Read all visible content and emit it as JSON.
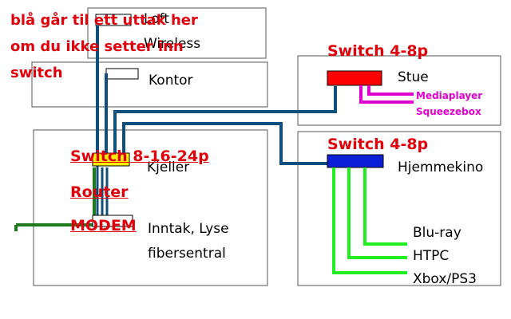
{
  "rooms": {
    "loft": "Loft",
    "wireless": "Wireless",
    "kontor": "Kontor",
    "kjeller": "Kjeller",
    "stue": "Stue",
    "hjemmekino": "Hjemmekino",
    "inntak_line1": "Inntak, Lyse",
    "inntak_line2": "fibersentral"
  },
  "devices": {
    "switch_main": "Switch 8-16-24p",
    "router": "Router",
    "modem": "MODEM",
    "switch_stue": "Switch  4-8p",
    "switch_hjemmekino": "Switch 4-8p"
  },
  "stue_clients": [
    "Mediaplayer",
    "Squeezebox"
  ],
  "hjemmekino_clients": [
    "Blu-ray",
    "HTPC",
    "Xbox/PS3"
  ],
  "note_lines": [
    "blå går til ett uttak her",
    "om du ikke setter inn",
    "switch"
  ],
  "colors": {
    "blue_cable": "#0f4f7c",
    "green_cable": "#22ee22",
    "dark_green": "#1f7a1f",
    "magenta": "#e000d0",
    "red_switch": "#ff0000",
    "blue_switch": "#0b1fd9",
    "yellow_switch": "#ffee00",
    "annotation": "#e0000b"
  }
}
